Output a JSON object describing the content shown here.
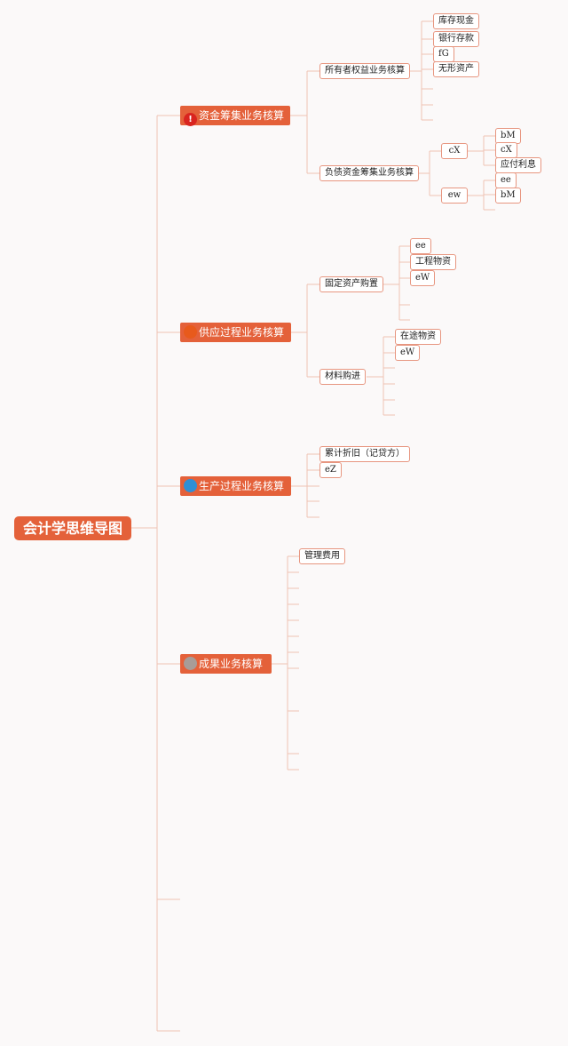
{
  "root": "会计学思维导图",
  "colors": {
    "accent": "#e4613a",
    "border": "#e79680",
    "line": "#efc2b4"
  },
  "branches": {
    "funding": {
      "label": "资金筹集业务核算",
      "icon": "red-exclamation-icon",
      "owners": {
        "label": "所有者权益业务核算",
        "items": [
          "库存现金",
          "银行存款",
          "fG",
          "无形资产"
        ]
      },
      "debt": {
        "label": "负债资金筹集业务核算",
        "cx": {
          "label": "cX",
          "items": [
            "bM",
            "cX",
            "应付利息"
          ]
        },
        "ew": {
          "label": "ew",
          "items": [
            "ee",
            "bM"
          ]
        }
      }
    },
    "supply": {
      "label": "供应过程业务核算",
      "icon": "orange-dot-icon",
      "fixed": {
        "label": "固定资产购置",
        "items": [
          "ee",
          "工程物资",
          "eW"
        ]
      },
      "material": {
        "label": "材料购进",
        "items": [
          "在途物资",
          "eW"
        ]
      }
    },
    "production": {
      "label": "生产过程业务核算",
      "icon": "blue-dot-icon",
      "items": [
        "累计折旧（记贷方）",
        "eZ"
      ]
    },
    "results": {
      "label": "成果业务核算",
      "icon": "gray-dot-icon",
      "items": [
        "管理费用"
      ]
    }
  }
}
